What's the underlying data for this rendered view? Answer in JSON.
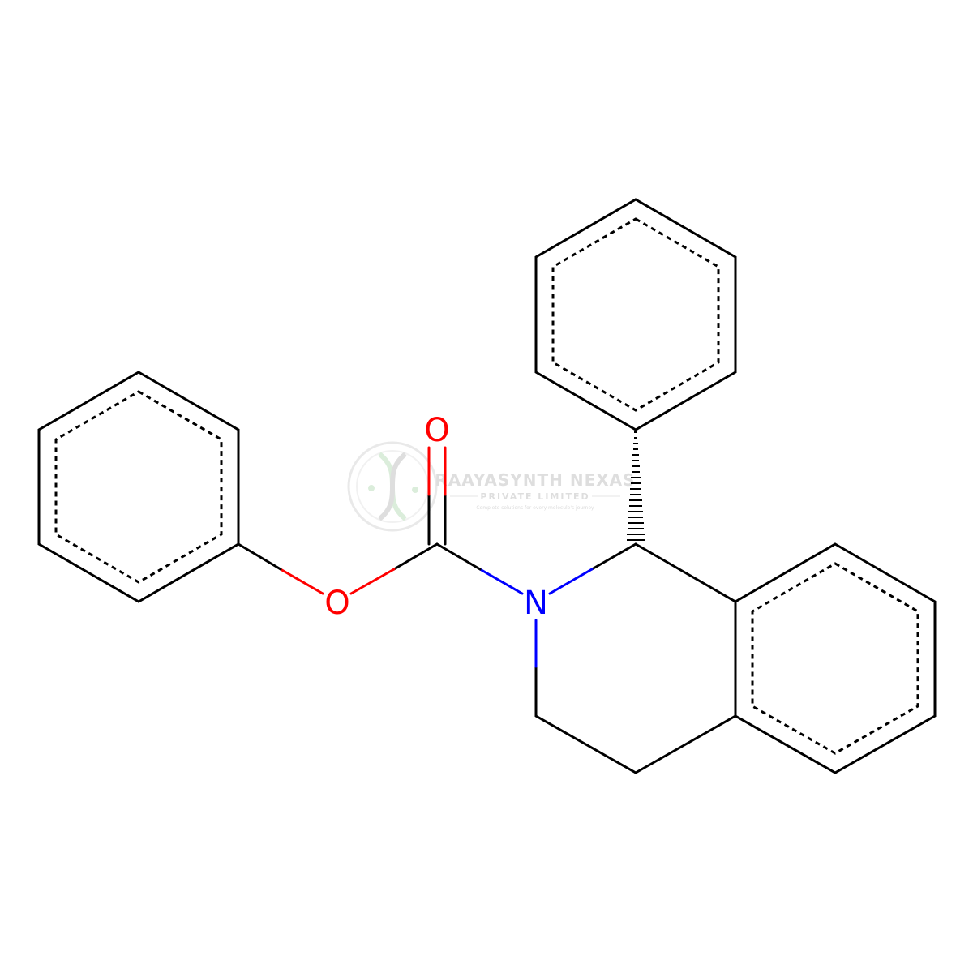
{
  "colors": {
    "background": "#ffffff",
    "bond": "#000000",
    "oxygen": "#ff0000",
    "nitrogen": "#0000ff",
    "watermark": "#d6d6d6"
  },
  "atoms": {
    "carbonyl_oxygen": "O",
    "ester_oxygen": "O",
    "nitrogen": "N"
  },
  "watermark": {
    "company": "RAAYASYNTH NEXAS",
    "subtitle": "PRIVATE LIMITED",
    "tagline": "Complete solutions for every molecule's journey",
    "logo": "dna-helix-logo"
  }
}
